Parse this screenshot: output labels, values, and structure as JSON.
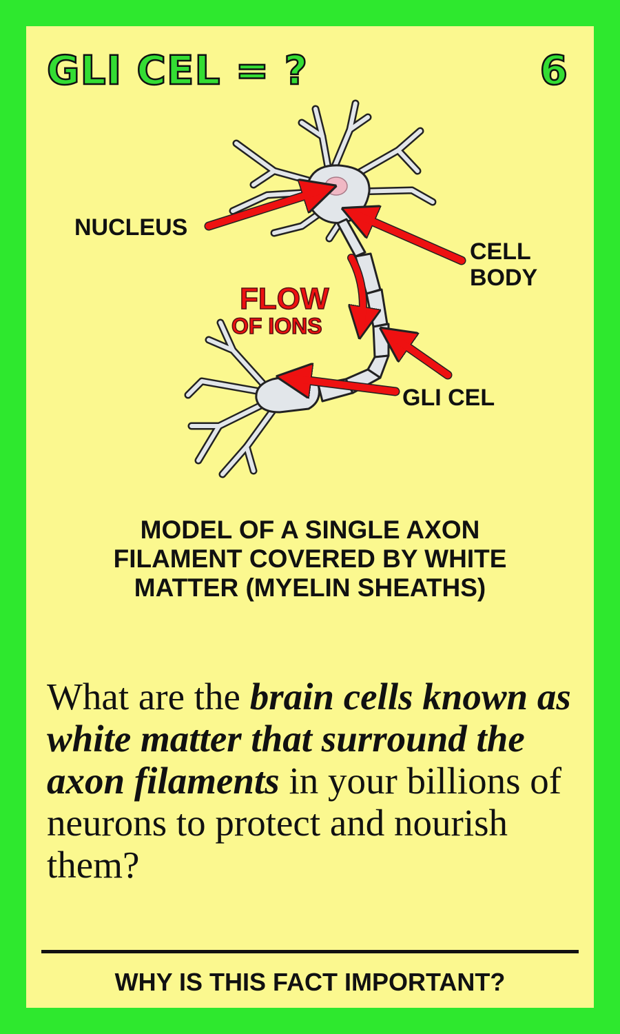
{
  "card": {
    "title": "GLI CEL = ?",
    "number": "6"
  },
  "diagram": {
    "labels": {
      "nucleus": "NUCLEUS",
      "cell_body_line1": "CELL",
      "cell_body_line2": "BODY",
      "glial_cell": "GLI CEL",
      "flow_line1": "FLOW",
      "flow_line2": "OF IONS"
    },
    "caption_lines": [
      "MODEL OF A SINGLE AXON",
      "FILAMENT COVERED BY WHITE",
      "MATTER (MYELIN SHEATHS)"
    ],
    "colors": {
      "arrow": "#ee1111",
      "neuron_fill": "#e2e6ea",
      "neuron_outline": "#222222"
    }
  },
  "question": {
    "part1": "What are the ",
    "emphasis": "brain cells known as white matter that surround the axon filaments",
    "part2": " in your billions of neurons to protect and nourish them?"
  },
  "footer": {
    "prompt": "WHY IS THIS FACT IMPORTANT?"
  },
  "colors": {
    "border": "#2ee82e",
    "card_background": "#fbf88f",
    "title_fill": "#33dd33"
  }
}
